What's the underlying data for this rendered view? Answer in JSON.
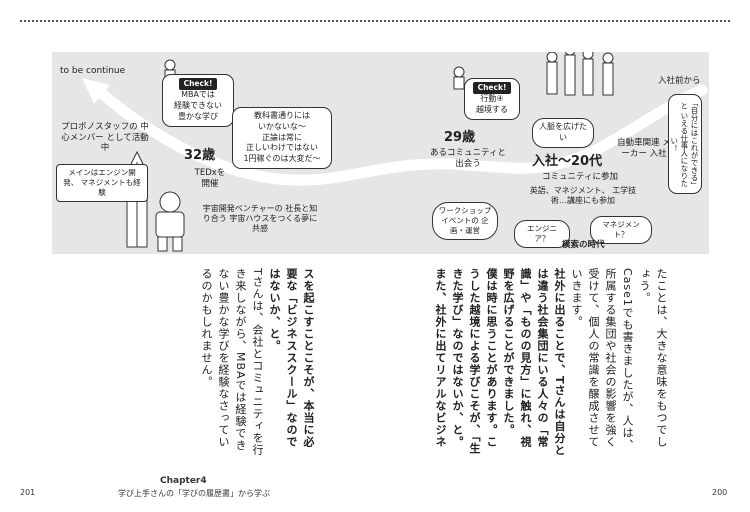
{
  "diagram": {
    "continue_label": "to be continue",
    "left_callout": {
      "check": "Check!",
      "lines": [
        "MBAでは",
        "経験できない",
        "豊かな学び"
      ]
    },
    "center_callout": [
      "教科書通りには",
      "いかないな～",
      "正論は常に",
      "正しいわけではない",
      "1円稼ぐのは大変だ～"
    ],
    "right_callout": {
      "check": "Check!",
      "lines": [
        "行動④",
        "越境する"
      ]
    },
    "people_callout": "人脈を広げたい",
    "stage1": "プロボノスタッフの 中心メンバー として活動中",
    "stage1_note": "メインはエンジン開発、 マネジメントも経験",
    "stage2_age": "32歳",
    "stage2_label": "TEDxを 開催",
    "stage3_note": "宇宙開発ベンチャーの 社長と知り合う 宇宙ハウスをつくる夢に共感",
    "stage4_age": "29歳",
    "stage4_label": "あるコミュニティと 出会う",
    "stage5_label": "ワークショップ イベントの 企画・運営",
    "stage6_age": "入社～20代",
    "stage6_label": "コミュニティに参加",
    "stage6_note": "英語、マネジメント、 工学技術…講座にも参加",
    "bubble_a": "エンジニア？",
    "bubble_b": "マネジメント？",
    "era_label": "模索の時代",
    "stage7_label": "自動車関連 メーカー 入社",
    "stage8_label": "入社前から",
    "stage8_quote": "「自分にはこれができる」と いえる仕事人になりたい！"
  },
  "body_right": [
    "たことは、大きな意味をもつでしょう。",
    "Case1でも書きましたが、人は、所属する集団や社会の影響を強く受けて、個人の常識を醸成させていきます。",
    "社外に出ることで、Tさんは自分とは違う社会集団にいる人々の「常識」や「ものの見方」に触れ、視野を広げることができました。",
    "僕は時に思うことがあります。こうした越境による学びこそが、「生きた学び」なのではないか、と。また、社外に出てリアルなビジネ"
  ],
  "body_left": [
    "スを起こすことこそが、本当に必要な「ビジネススクール」なのではないか、と。",
    "Tさんは、会社とコミュニティを行き来しながら、MBAでは経験できない豊かな学びを経験なさっているのかもしれません。"
  ],
  "footer": {
    "page_left": "201",
    "page_right": "200",
    "chapter": "Chapter4",
    "subtitle": "学び上手さんの「学びの履歴書」から学ぶ"
  }
}
